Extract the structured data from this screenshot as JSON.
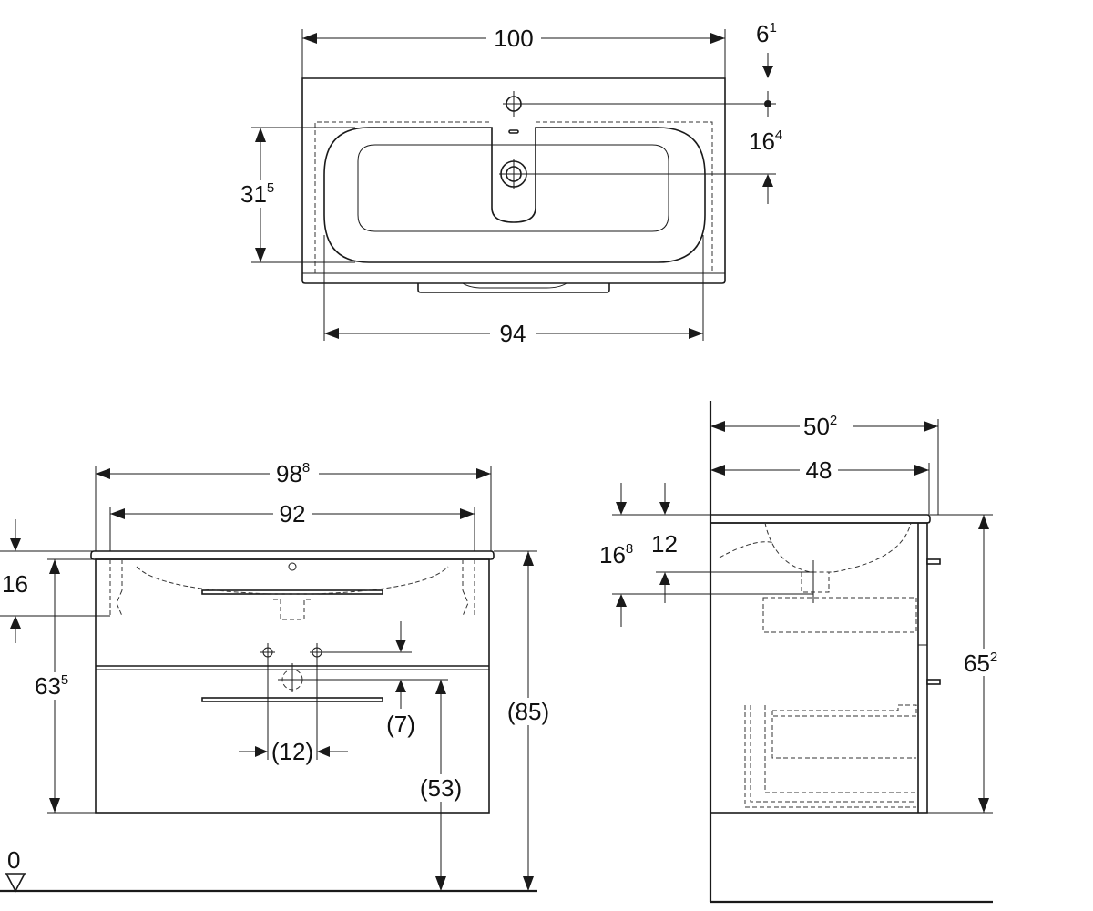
{
  "top_view": {
    "width": {
      "main": "100",
      "sup": ""
    },
    "tap_offset": {
      "main": "6",
      "sup": "1"
    },
    "tap_to_drain": {
      "main": "16",
      "sup": "4"
    },
    "basin_depth": {
      "main": "31",
      "sup": "5"
    },
    "inner_width": {
      "main": "94",
      "sup": ""
    }
  },
  "front_view": {
    "overall_width": {
      "main": "98",
      "sup": "8"
    },
    "inner_width": {
      "main": "92",
      "sup": ""
    },
    "top_thickness": {
      "main": "16",
      "sup": ""
    },
    "cabinet_height": {
      "main": "63",
      "sup": "5"
    },
    "total_height": {
      "main": "(85)",
      "sup": ""
    },
    "drain_offset": {
      "main": "(7)",
      "sup": ""
    },
    "drain_spacing": {
      "main": "(12)",
      "sup": ""
    },
    "drain_height": {
      "main": "(53)",
      "sup": ""
    },
    "floor_level": "0"
  },
  "side_view": {
    "overall_depth": {
      "main": "50",
      "sup": "2"
    },
    "cabinet_depth": {
      "main": "48",
      "sup": ""
    },
    "siphon_depth_a": {
      "main": "16",
      "sup": "8"
    },
    "siphon_depth_b": {
      "main": "12",
      "sup": ""
    },
    "height": {
      "main": "65",
      "sup": "2"
    }
  }
}
